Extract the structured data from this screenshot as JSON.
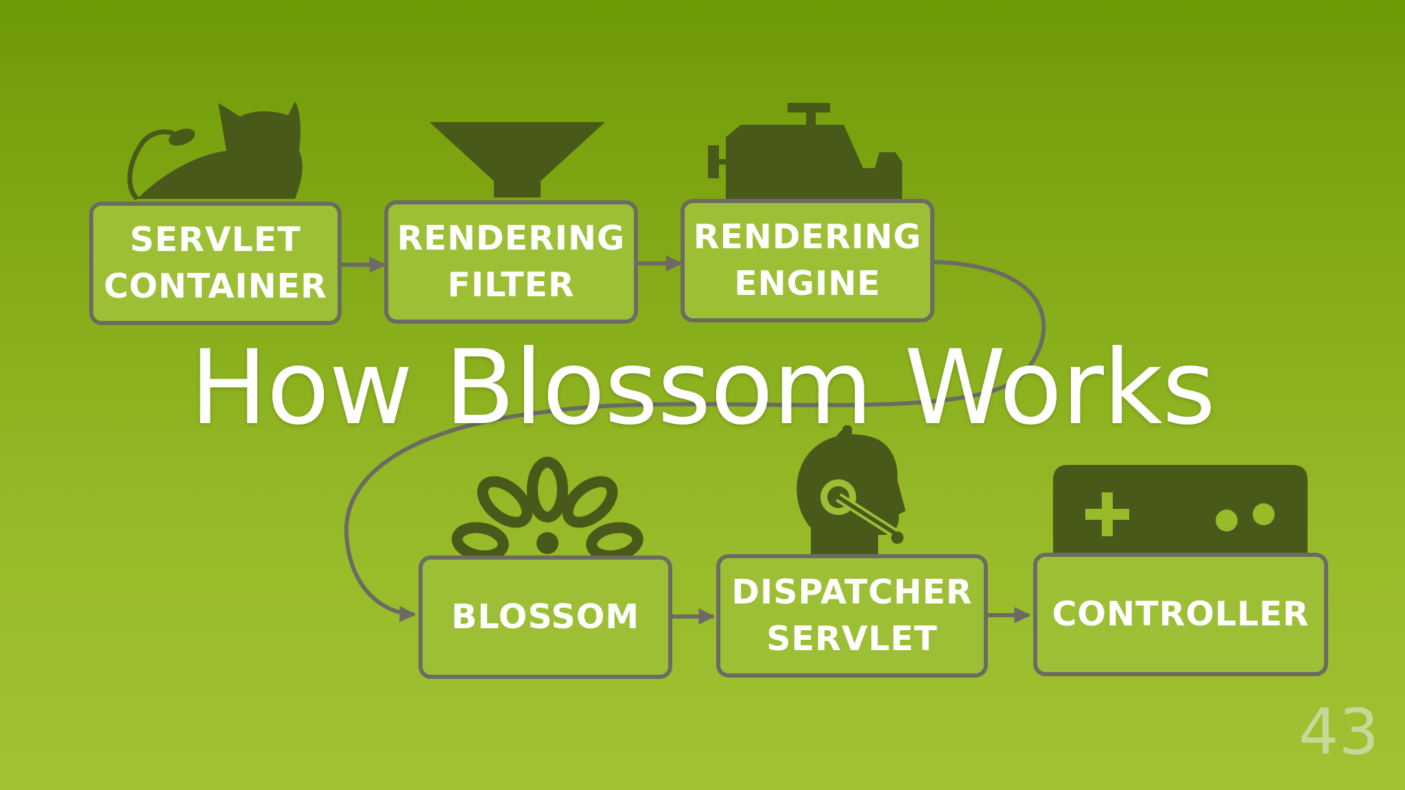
{
  "title": "How Blossom Works",
  "slide_number": "43",
  "colors": {
    "background": "#85ab18",
    "node_fill": "#9dbf36",
    "node_border": "#6b6b63",
    "icon": "#48591a",
    "connector": "#6b6b63",
    "text": "#ffffff"
  },
  "nodes": [
    {
      "id": "servlet-container",
      "lines": [
        "SERVLET",
        "CONTAINER"
      ],
      "icon": "cat-icon"
    },
    {
      "id": "rendering-filter",
      "lines": [
        "RENDERING",
        "FILTER"
      ],
      "icon": "funnel-icon"
    },
    {
      "id": "rendering-engine",
      "lines": [
        "RENDERING",
        "ENGINE"
      ],
      "icon": "engine-icon"
    },
    {
      "id": "blossom",
      "lines": [
        "BLOSSOM"
      ],
      "icon": "flower-icon"
    },
    {
      "id": "dispatcher-servlet",
      "lines": [
        "DISPATCHER",
        "SERVLET"
      ],
      "icon": "headset-operator-icon"
    },
    {
      "id": "controller",
      "lines": [
        "CONTROLLER"
      ],
      "icon": "game-controller-icon"
    }
  ],
  "edges": [
    {
      "from": "servlet-container",
      "to": "rendering-filter"
    },
    {
      "from": "rendering-filter",
      "to": "rendering-engine"
    },
    {
      "from": "rendering-engine",
      "to": "blossom"
    },
    {
      "from": "blossom",
      "to": "dispatcher-servlet"
    },
    {
      "from": "dispatcher-servlet",
      "to": "controller"
    }
  ]
}
